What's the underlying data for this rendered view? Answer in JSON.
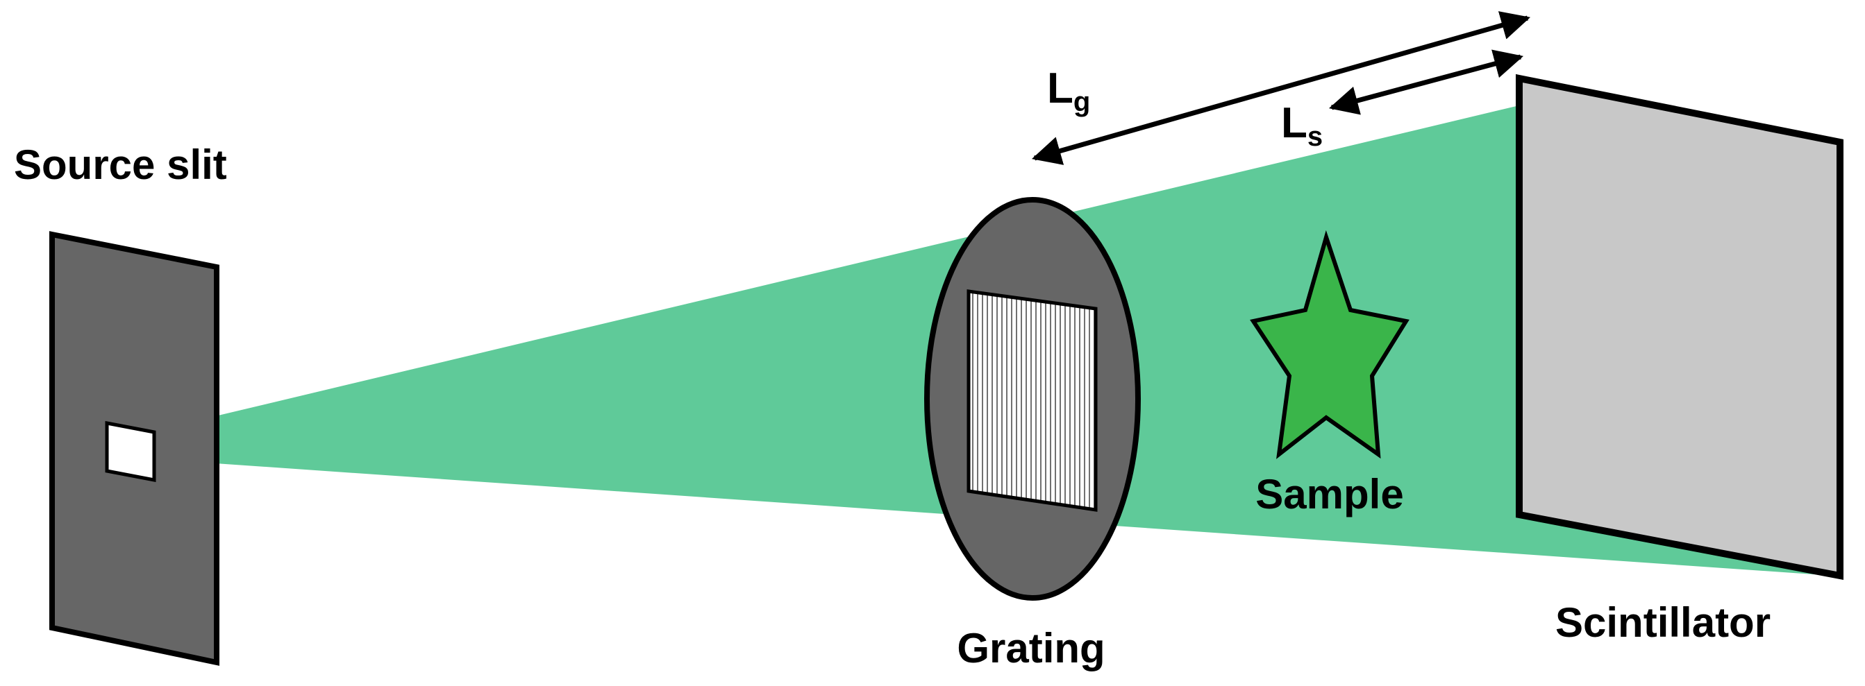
{
  "labels": {
    "source_slit": "Source slit",
    "grating": "Grating",
    "sample": "Sample",
    "scintillator": "Scintillator",
    "lg_main": "L",
    "lg_sub": "g",
    "ls_main": "L",
    "ls_sub": "s"
  },
  "colors": {
    "beam": "#5fca99",
    "slit_panel": "#666666",
    "grating_disk": "#666666",
    "sample_star": "#3ab54a",
    "scintillator": "#c8c8c8",
    "outline": "#000000"
  }
}
